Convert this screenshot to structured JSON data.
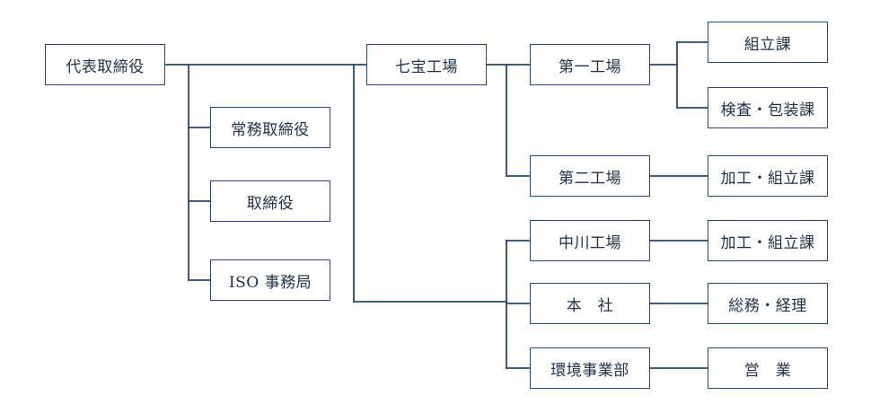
{
  "nodes": {
    "ceo": "代表取締役",
    "managing_director": "常務取締役",
    "director": "取締役",
    "iso_office": "ISO 事務局",
    "shippo_factory": "七宝工場",
    "factory_1": "第一工場",
    "assembly_section": "組立課",
    "inspection_packaging_section": "検査・包装課",
    "factory_2": "第二工場",
    "factory_2_processing_assembly": "加工・組立課",
    "nakagawa_factory": "中川工場",
    "nakagawa_processing_assembly": "加工・組立課",
    "head_office": "本　社",
    "general_affairs_accounting": "総務・経理",
    "environment_division": "環境事業部",
    "sales": "営　業"
  },
  "colors": {
    "line": "#2c4670",
    "border": "#2c4670",
    "text": "#1f2f4a"
  }
}
